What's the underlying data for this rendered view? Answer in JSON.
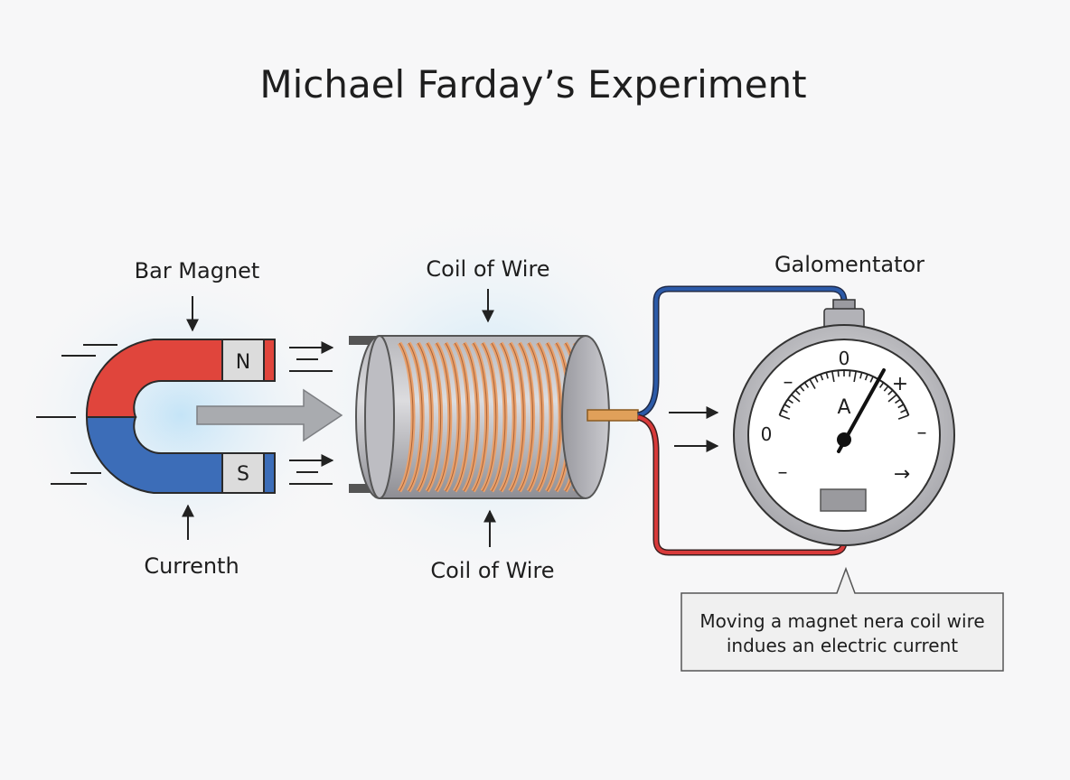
{
  "title": "Michael Farday’s Experiment",
  "labels": {
    "bar_magnet": "Bar Magnet",
    "coil_top": "Coil of Wire",
    "coil_bottom": "Coil of Wire",
    "galvanometer": "Galomentator",
    "current": "Currenth"
  },
  "magnet": {
    "north": "N",
    "south": "S"
  },
  "meter": {
    "scale_top": "0",
    "scale_left": "0",
    "unit": "A",
    "plus": "+",
    "minus_left": "–",
    "minus_right": "–",
    "minus_bottom": "–",
    "arrow_right": "→"
  },
  "note": {
    "line1": "Moving a magnet nera coil wire",
    "line2": "indues an electric current"
  },
  "colors": {
    "north": "#e0453c",
    "south": "#3c6db8",
    "copper": "#e8a06c",
    "wire_blue": "#2c5aa8",
    "wire_red": "#d83a3a",
    "glow": "#bfe2f7"
  }
}
